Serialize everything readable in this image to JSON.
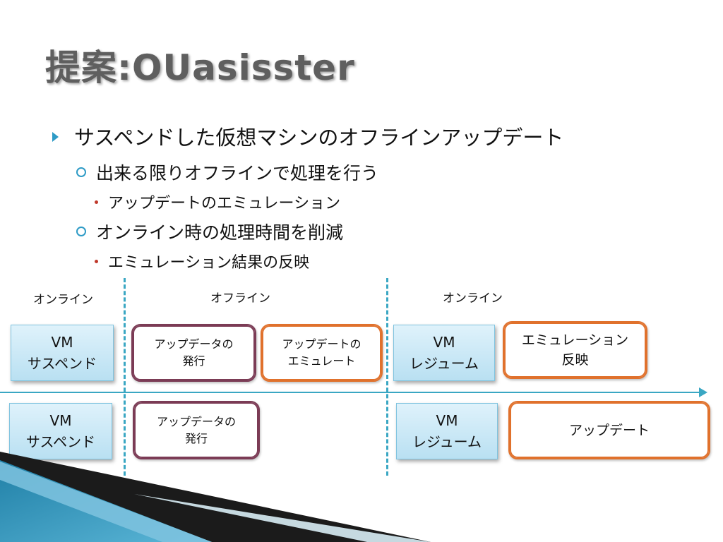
{
  "title": "提案:OUasisster",
  "bullets": {
    "l1": "サスペンドした仮想マシンのオフラインアップデート",
    "l2a": "出来る限りオフラインで処理を行う",
    "l3a": "アップデートのエミュレーション",
    "l2b": "オンライン時の処理時間を削減",
    "l3b": "エミュレーション結果の反映"
  },
  "phases": {
    "online1": "オンライン",
    "offline": "オフライン",
    "online2": "オンライン"
  },
  "row1": {
    "vm_suspend": [
      "VM",
      "サスペンド"
    ],
    "issue": [
      "アップデータの",
      "発行"
    ],
    "emulate": [
      "アップデートの",
      "エミュレート"
    ],
    "vm_resume": [
      "VM",
      "レジューム"
    ],
    "reflect": [
      "エミュレーション",
      "反映"
    ]
  },
  "row2": {
    "vm_suspend": [
      "VM",
      "サスペンド"
    ],
    "issue": [
      "アップデータの",
      "発行"
    ],
    "vm_resume": [
      "VM",
      "レジューム"
    ],
    "update": "アップデート"
  },
  "colors": {
    "accent": "#3aa7c3",
    "purple_border": "#7b3b55",
    "orange_border": "#e0712c",
    "vm_fill": "#c9e8f6"
  }
}
